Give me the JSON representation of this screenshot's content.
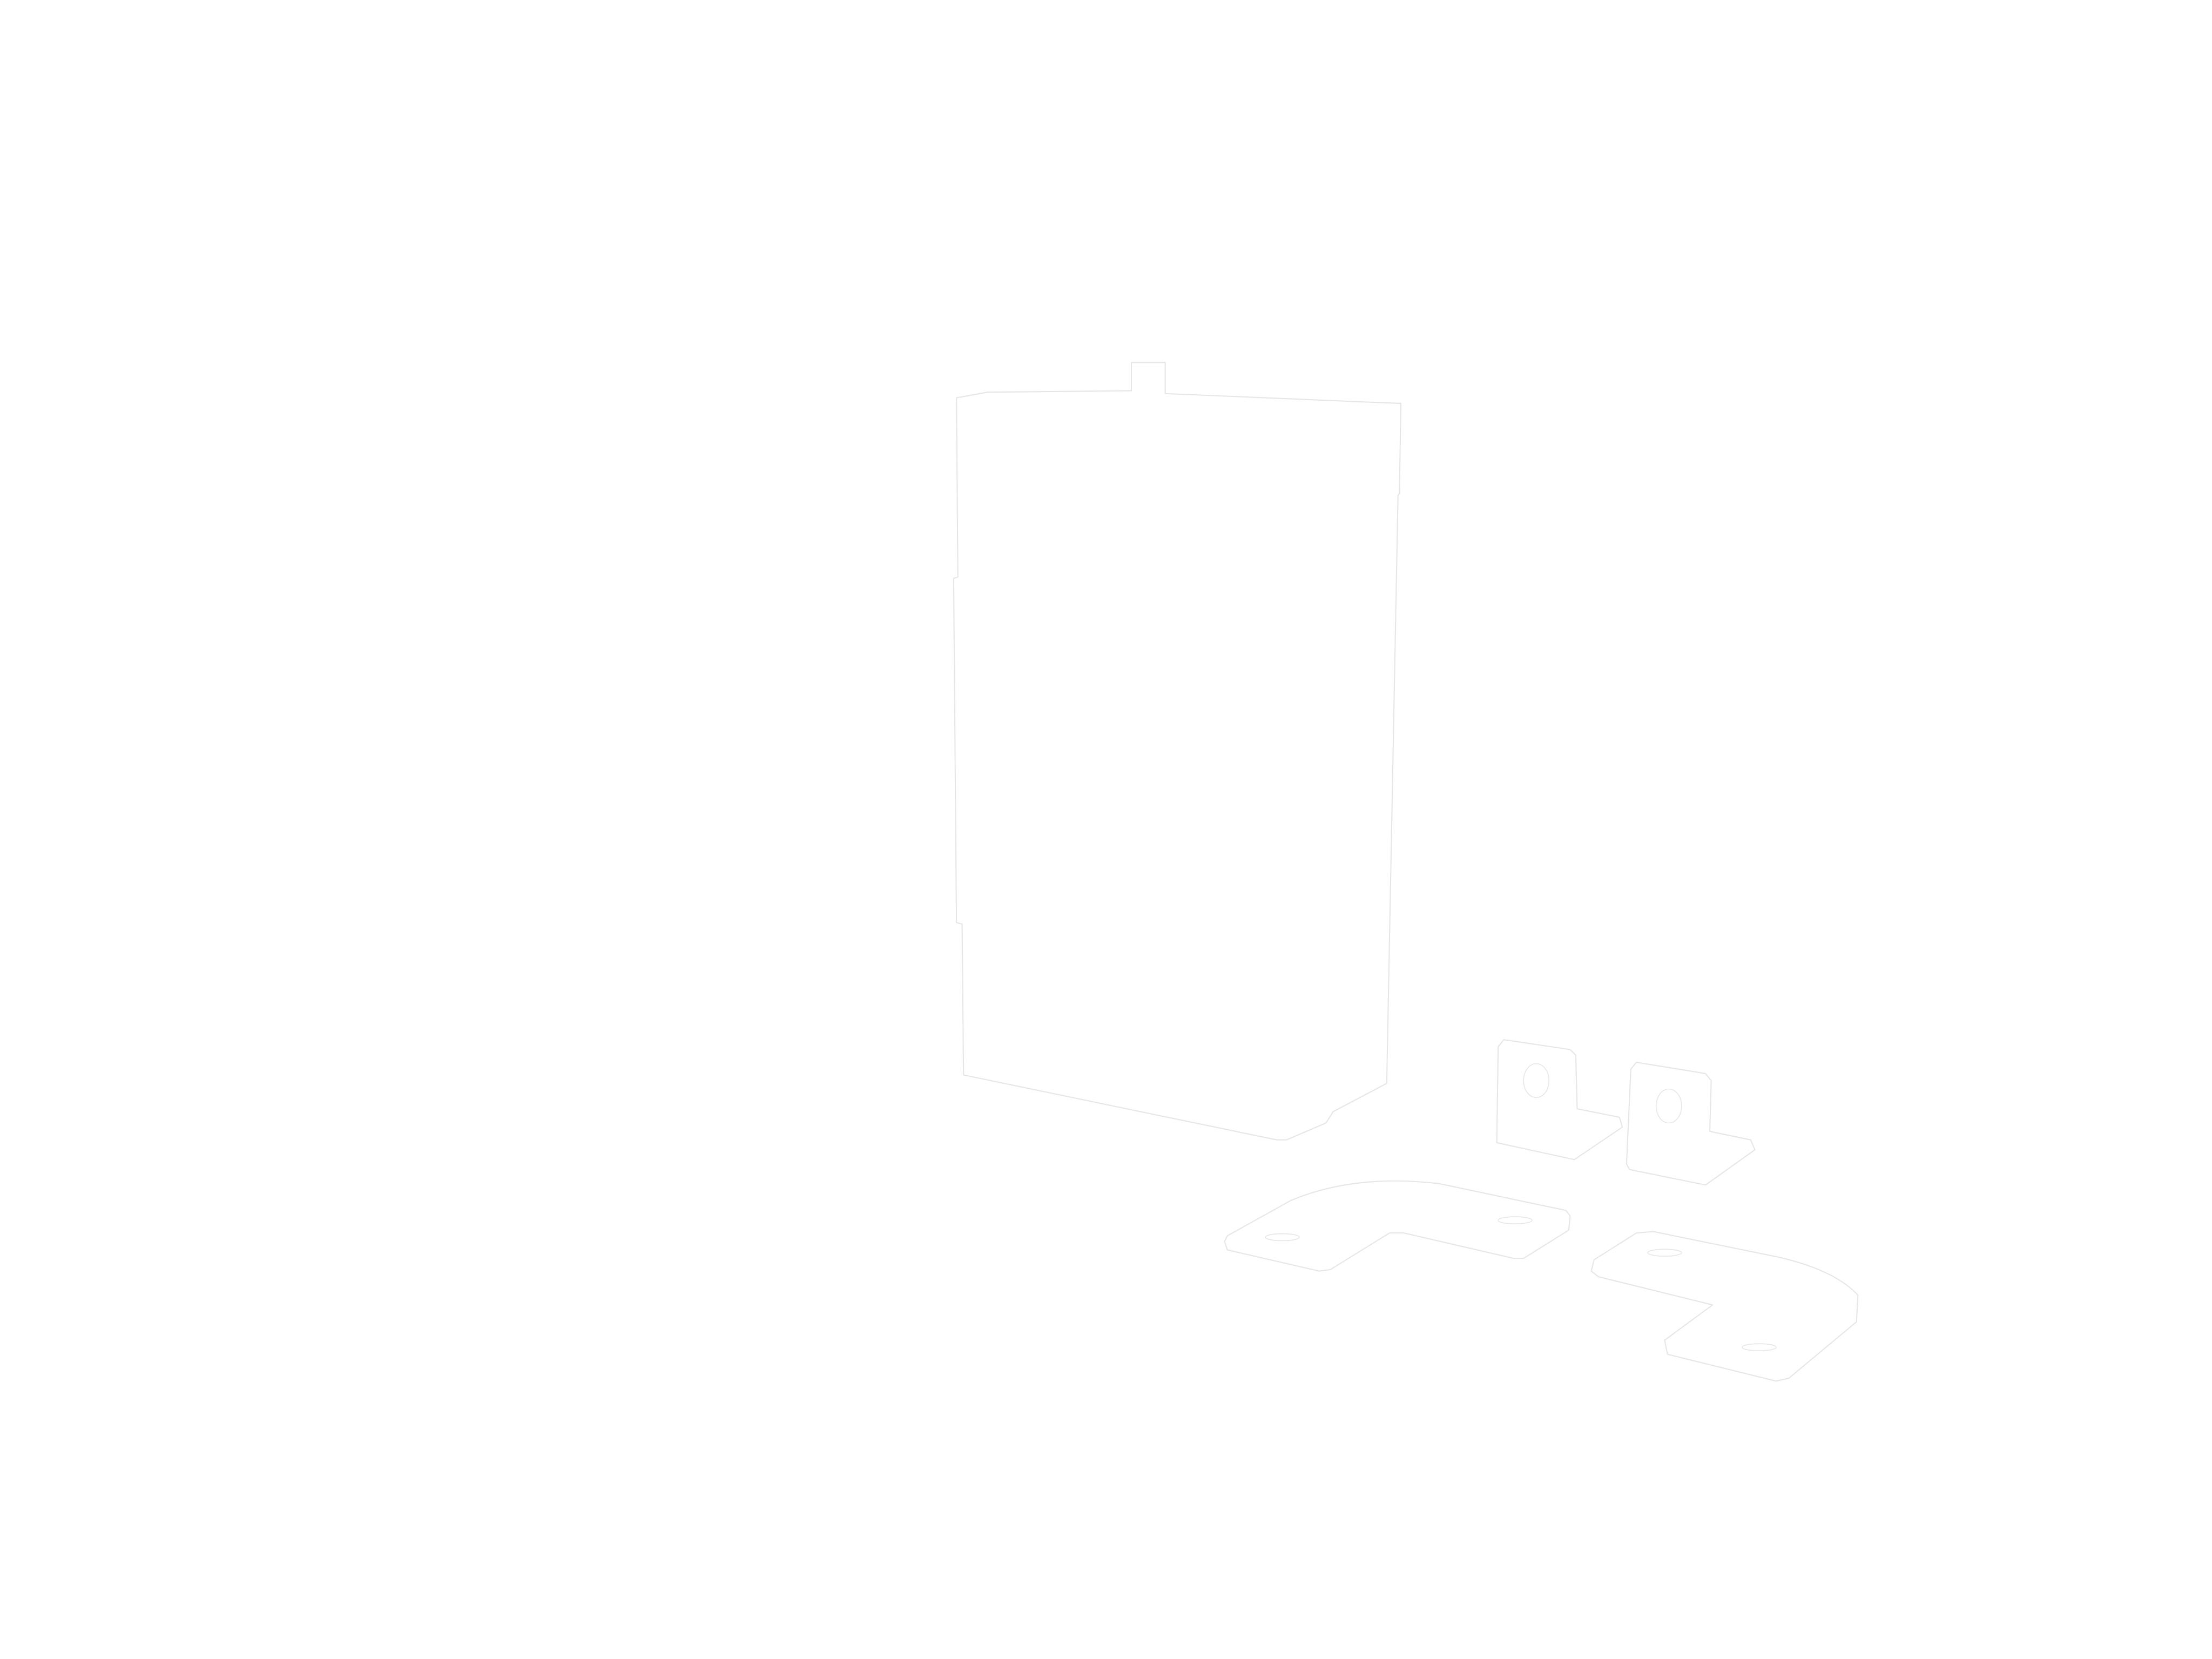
{
  "drawing": {
    "background_color": "#ffffff",
    "line_color": "#e6e6e6",
    "parts": [
      {
        "name": "enclosure-box"
      },
      {
        "name": "angle-bracket"
      },
      {
        "name": "angle-bracket"
      },
      {
        "name": "curved-mounting-bracket"
      },
      {
        "name": "curved-mounting-bracket"
      }
    ]
  }
}
